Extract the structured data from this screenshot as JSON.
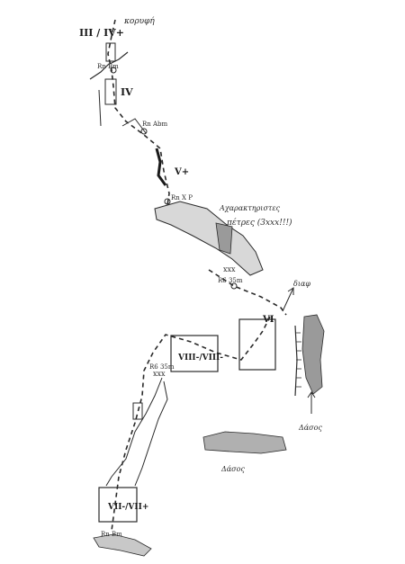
{
  "labels": {
    "summit": "κορυφή",
    "grade_top": "III / IV+",
    "grade_iv": "IV",
    "grade_v": "V+",
    "grade_viii": "VIII-/VIII-",
    "grade_vii": "VII-/VII+",
    "grade_bottom_box": "VI",
    "anchor_1": "Rn Bm",
    "anchor_2": "Rn Abm",
    "anchor_3": "Rn X P",
    "anchor_4": "R6 35m",
    "anchor_5": "R6 35m",
    "anchor_6": "Rn Bm",
    "xxx_1": "xxx",
    "xxx_2": "xxx",
    "start": "διαφ",
    "loose_rock": "Αχαρακτηριστες",
    "loose_rock_2": "πέτρες (3xxx!!!)",
    "valley": "Δάσος",
    "forest": "Δάσος"
  },
  "colors": {
    "ink": "#2a2a2a",
    "shade": "#9a9a9a",
    "fill_light": "#d8d8d8"
  }
}
